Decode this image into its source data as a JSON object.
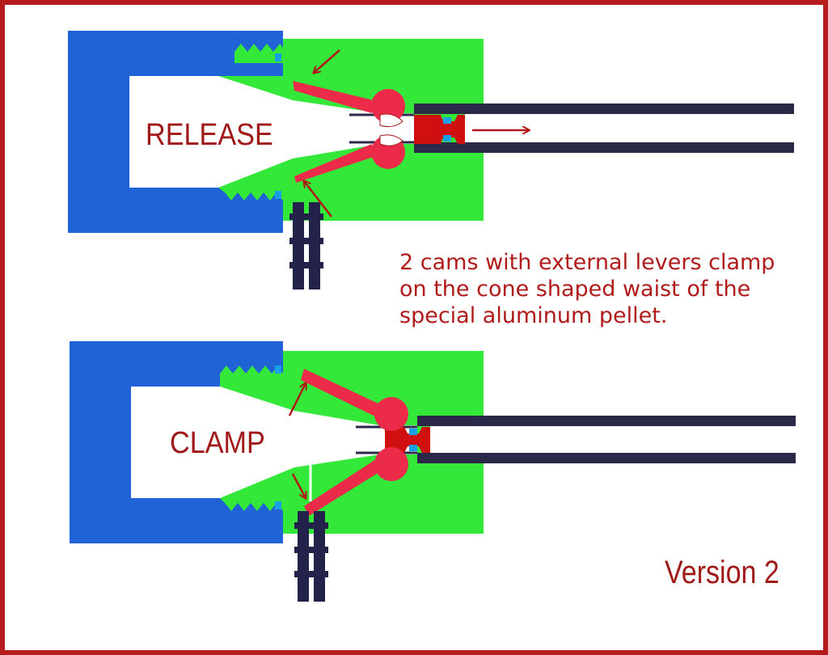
{
  "labels": {
    "release": "RELEASE",
    "clamp": "CLAMP",
    "version": "Version 2"
  },
  "caption_lines": [
    "2 cams with external levers clamp",
    "on the cone shaped waist of the",
    "special aluminum pellet."
  ],
  "colors": {
    "frame": "#b71c1c",
    "housing_blue": "#1f63d6",
    "body_green": "#34e83a",
    "cam_red": "#ec2a4a",
    "pellet_red": "#d01010",
    "barrel_dark": "#2a2a48",
    "fitting_dark": "#22224a",
    "seal_blue": "#1aa0e8",
    "arrow": "#b01818",
    "text": "#a01818"
  }
}
